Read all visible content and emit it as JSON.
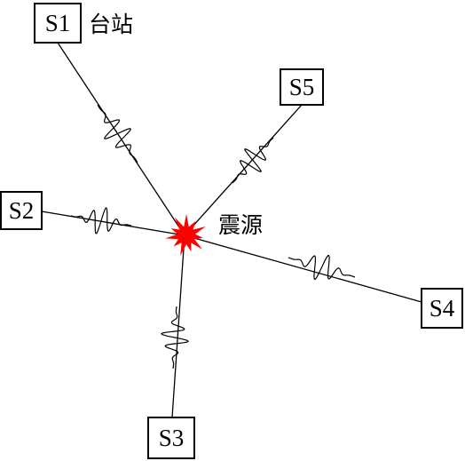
{
  "diagram": {
    "station_caption": "台站",
    "source_label": "震源",
    "source_color": "#ff0000",
    "line_color": "#000000",
    "stations": [
      {
        "id": "s1",
        "label": "S1"
      },
      {
        "id": "s2",
        "label": "S2"
      },
      {
        "id": "s3",
        "label": "S3"
      },
      {
        "id": "s4",
        "label": "S4"
      },
      {
        "id": "s5",
        "label": "S5"
      }
    ]
  }
}
